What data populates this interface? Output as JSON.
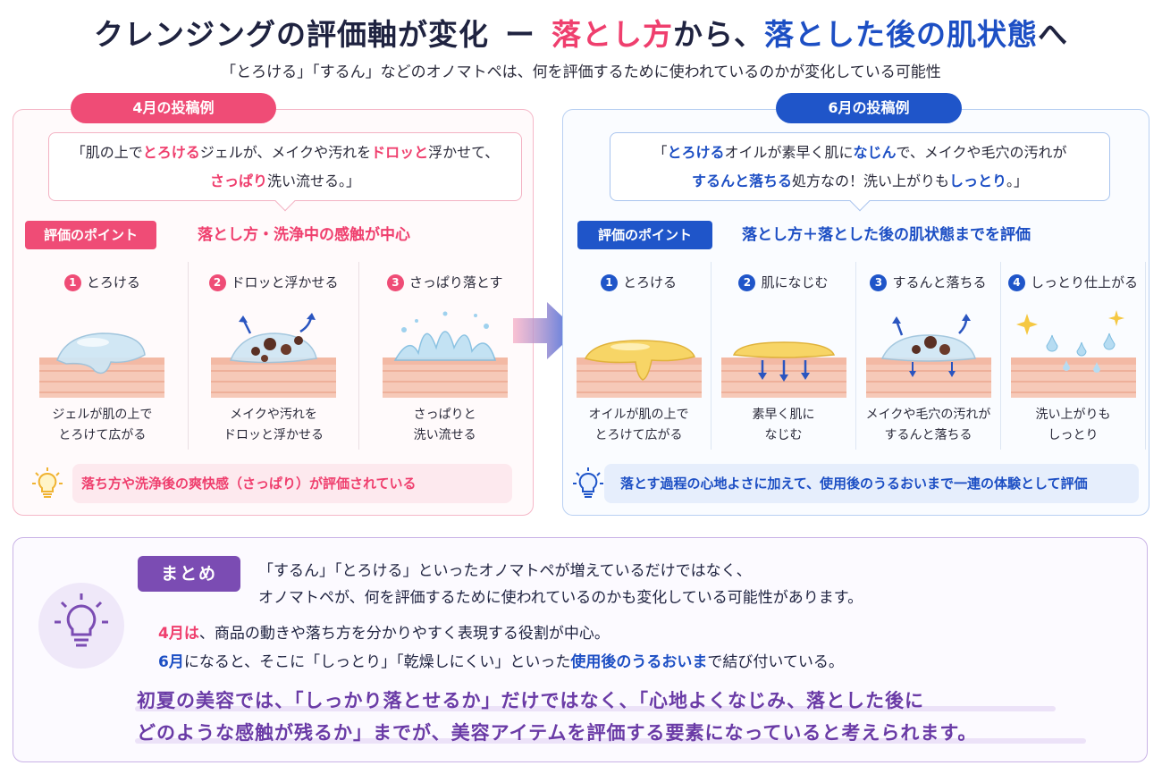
{
  "header": {
    "title_main": "クレンジングの評価軸が変化",
    "title_dash": "ー",
    "title_pink": "落とし方",
    "title_mid": "から、",
    "title_blue": "落とした後の肌状態",
    "title_end": "へ",
    "subtitle": "「とろける」「するん」などのオノマトペは、何を評価するために使われているのかが変化している可能性"
  },
  "left": {
    "tab": "4月の投稿例",
    "quote": {
      "p1": "「肌の上で",
      "h1": "とろける",
      "p2": "ジェルが、メイクや汚れを",
      "h2": "ドロッと",
      "p3": "浮かせて、",
      "h3": "さっぱり",
      "p4": "洗い流せる。」"
    },
    "point_badge": "評価のポイント",
    "point_text": "落とし方・洗浄中の感触が中心",
    "steps": [
      {
        "num": "1",
        "title": "とろける",
        "cap1": "ジェルが肌の上で",
        "cap2": "とろけて広がる"
      },
      {
        "num": "2",
        "title": "ドロッと浮かせる",
        "cap1": "メイクや汚れを",
        "cap2": "ドロッと浮かせる"
      },
      {
        "num": "3",
        "title": "さっぱり落とす",
        "cap1": "さっぱりと",
        "cap2": "洗い流せる"
      }
    ],
    "note": "落ち方や洗浄後の爽快感（さっぱり）が評価されている"
  },
  "right": {
    "tab": "6月の投稿例",
    "quote": {
      "p1": "「",
      "h1": "とろける",
      "p2": "オイルが素早く肌に",
      "h2": "なじん",
      "p3": "で、メイクや毛穴の汚れが",
      "h3": "するんと落ちる",
      "p4": "処方なの！洗い上がりも",
      "h4": "しっとり",
      "p5": "。」"
    },
    "point_badge": "評価のポイント",
    "point_text": "落とし方＋落とした後の肌状態までを評価",
    "steps": [
      {
        "num": "1",
        "title": "とろける",
        "cap1": "オイルが肌の上で",
        "cap2": "とろけて広がる"
      },
      {
        "num": "2",
        "title": "肌になじむ",
        "cap1": "素早く肌に",
        "cap2": "なじむ"
      },
      {
        "num": "3",
        "title": "するんと落ちる",
        "cap1": "メイクや毛穴の汚れが",
        "cap2": "するんと落ちる"
      },
      {
        "num": "4",
        "title": "しっとり仕上がる",
        "cap1": "洗い上がりも",
        "cap2": "しっとり"
      }
    ],
    "note": "落とす過程の心地よさに加えて、使用後のうるおいまで一連の体験として評価"
  },
  "summary": {
    "badge": "まとめ",
    "line1": "「するん」「とろける」といったオノマトペが増えているだけではなく、",
    "line2": "オノマトペが、何を評価するために使われているのかも変化している可能性があります。",
    "line3_h": "4月は",
    "line3": "、商品の動きや落ち方を分かりやすく表現する役割が中心。",
    "line4_h": "6月",
    "line4_a": "になると、そこに「しっとり」「乾燥しにくい」といった",
    "line4_h2": "使用後のうるおいま",
    "line4_b": "で結び付いている。",
    "concl1": "初夏の美容では、「しっかり落とせるか」だけではなく、「心地よくなじみ、落とした後に",
    "concl2": "どのような感触が残るか」までが、美容アイテムを評価する要素になっていると考えられます。"
  },
  "colors": {
    "pink": "#ef4c76",
    "blue": "#1f55c9",
    "purple": "#7b4cb3"
  }
}
